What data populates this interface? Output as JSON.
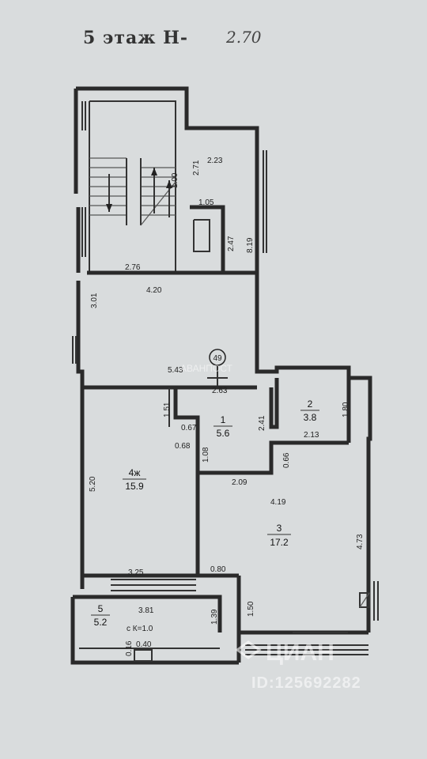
{
  "header": {
    "title": "5 этаж Н-",
    "height_note": "2.70"
  },
  "marker": {
    "label": "49"
  },
  "rooms": [
    {
      "number": "1",
      "area": "5.6"
    },
    {
      "number": "2",
      "area": "3.8"
    },
    {
      "number": "3",
      "area": "17.2"
    },
    {
      "number": "4ж",
      "area": "15.9"
    },
    {
      "number": "5",
      "area": "5.2",
      "note": "с К=1.0"
    }
  ],
  "dimensions": {
    "d_2_23": "2.23",
    "d_2_71": "2.71",
    "d_1_00": "1.00",
    "d_1_05": "1.05",
    "d_2_47": "2.47",
    "d_8_19": "8.19",
    "d_2_76": "2.76",
    "d_4_20": "4.20",
    "d_3_01": "3.01",
    "d_5_43": "5.43",
    "d_2_63": "2.63",
    "d_1_51": "1.51",
    "d_0_67": "0.67",
    "d_2_41": "2.41",
    "d_0_68": "0.68",
    "d_1_08": "1.08",
    "d_1_80": "1.80",
    "d_2_13": "2.13",
    "d_0_66": "0.66",
    "d_2_09": "2.09",
    "d_5_20": "5.20",
    "d_4_19": "4.19",
    "d_4_73": "4.73",
    "d_3_25": "3.25",
    "d_0_80": "0.80",
    "d_3_81": "3.81",
    "d_1_50": "1.50",
    "d_1_39": "1.39",
    "d_0_16": "0.16",
    "d_0_40": "0.40"
  },
  "watermark": {
    "brand": "ЦИАН",
    "id": "ID:125692282",
    "faint": "АВАНПОСТ"
  },
  "colors": {
    "paper": "#d9dcdd",
    "ink": "#2a2a2a"
  }
}
